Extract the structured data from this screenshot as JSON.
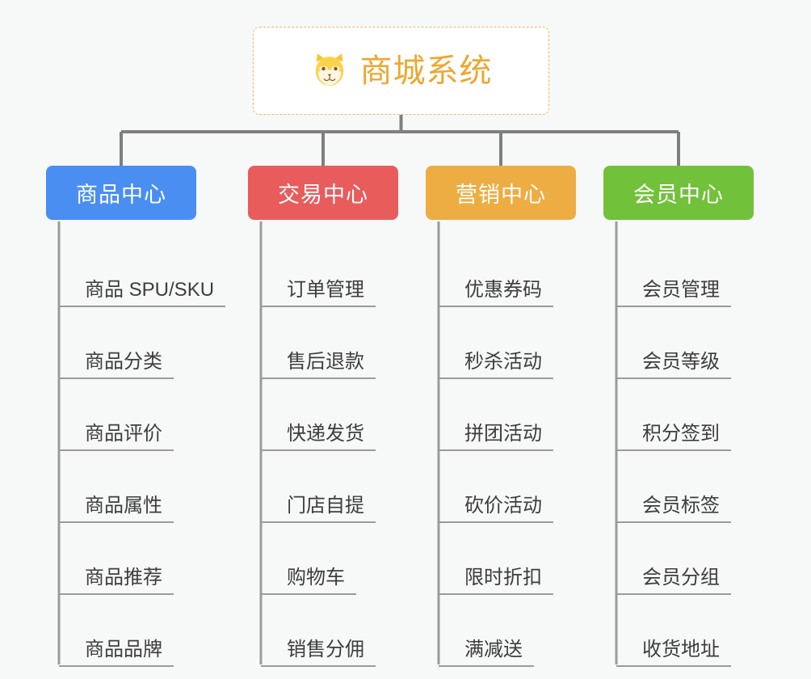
{
  "diagram": {
    "title": "商城系统",
    "root_icon": "shiba-dog-face-icon",
    "background_color": "#f7f8f8",
    "root_border_color": "#f0b95c",
    "root_text_color": "#eda732",
    "connector_color": "#7f7f7f",
    "leaf_underline_color": "#9b9b9b",
    "leaf_text_color": "#3d3d3d",
    "columns": [
      {
        "title": "商品中心",
        "color": "#4a8ef2",
        "items": [
          "商品 SPU/SKU",
          "商品分类",
          "商品评价",
          "商品属性",
          "商品推荐",
          "商品品牌"
        ]
      },
      {
        "title": "交易中心",
        "color": "#e85c5c",
        "items": [
          "订单管理",
          "售后退款",
          "快递发货",
          "门店自提",
          "购物车",
          "销售分佣"
        ]
      },
      {
        "title": "营销中心",
        "color": "#eead42",
        "items": [
          "优惠券码",
          "秒杀活动",
          "拼团活动",
          "砍价活动",
          "限时折扣",
          "满减送"
        ]
      },
      {
        "title": "会员中心",
        "color": "#72c13b",
        "items": [
          "会员管理",
          "会员等级",
          "积分签到",
          "会员标签",
          "会员分组",
          "收货地址"
        ]
      }
    ]
  }
}
